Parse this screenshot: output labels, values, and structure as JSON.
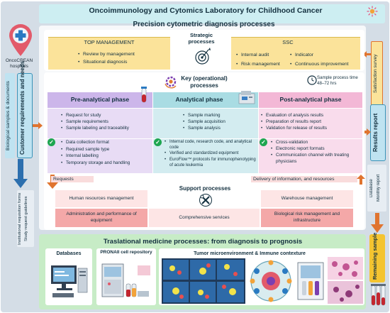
{
  "header": {
    "title": "Oncoimmunology and Cytomics Laboratory for Childhood Cancer",
    "subtitle": "Precision cytometric diagnosis processes"
  },
  "left": {
    "logo_label": "OncoCREAN hospitals",
    "samples_label": "Biological samples & documents",
    "requirements_label": "Customer requirements and needs",
    "forms": [
      "Institutional requisition forms",
      "Study request guidelines"
    ]
  },
  "right": {
    "satisfaction_label": "Satisfaction survey",
    "results_label": "Results report",
    "outputs": [
      "Database",
      "Monthly report"
    ],
    "remaining_label": "Remaining sample"
  },
  "strategic": {
    "top_management_title": "TOP MANAGEMENT",
    "top_management_items": [
      "Review by management",
      "Situational diagnosis"
    ],
    "center_title": "Strategic processes",
    "ssc_title": "SSC",
    "ssc_items_left": [
      "Internal audit",
      "Risk management"
    ],
    "ssc_items_right": [
      "Indicator",
      "Continuous improvement"
    ]
  },
  "key": {
    "title": "Key (operational) processes",
    "sample_time": "Sample process time 48–72 hrs",
    "phases": [
      {
        "title": "Pre-analytical phase",
        "items": [
          "Request for study",
          "Sample requirements",
          "Sample labeling and traceability"
        ],
        "checks": [
          "Data collection format",
          "Required sample type",
          "Internal labelling",
          "Temporary storage and handling"
        ]
      },
      {
        "title": "Analytical phase",
        "items": [
          "Sample marking",
          "Sample acquisition",
          "Sample analysis"
        ],
        "checks": [
          "Internal code, research code, and analytical code",
          "Verified and standardized equipment",
          "EuroFlow™ protocols for immunophenotyping of acute leukemia"
        ]
      },
      {
        "title": "Post-analytical phase",
        "items": [
          "Evaluation of analysis results",
          "Preparation of results report",
          "Validation for release of results"
        ],
        "checks": [
          "Cross-validation",
          "Electronic report formats",
          "Communication channel with treating physicians"
        ]
      }
    ]
  },
  "support": {
    "requests_label": "Requests",
    "delivery_label": "Delivery of information, and resources",
    "title": "Support processes",
    "hr": "Human resources management",
    "warehouse": "Warehouse management",
    "admin": "Administration and performance of equipment",
    "comprehensive": "Comprehensive services",
    "bio_risk": "Biological risk management and infrastructure"
  },
  "translational": {
    "title": "Traslational medicine processes: from diagnosis to prognosis",
    "databases": "Databases",
    "repository": "PRONAII cell repository",
    "tumor": "Tumor microenvironment & Immune contexture"
  },
  "colors": {
    "header_bg": "#cdeef2",
    "outer_bg": "#d4dde6",
    "strategic_yellow": "#fbe39a",
    "pre_purple": "#e8dcf5",
    "analytical_teal": "#d3ecf0",
    "post_pink": "#f9dcec",
    "translational_green": "#c7ecc6",
    "blue_box": "#bfe3f1",
    "accent_orange": "#e0742f"
  }
}
